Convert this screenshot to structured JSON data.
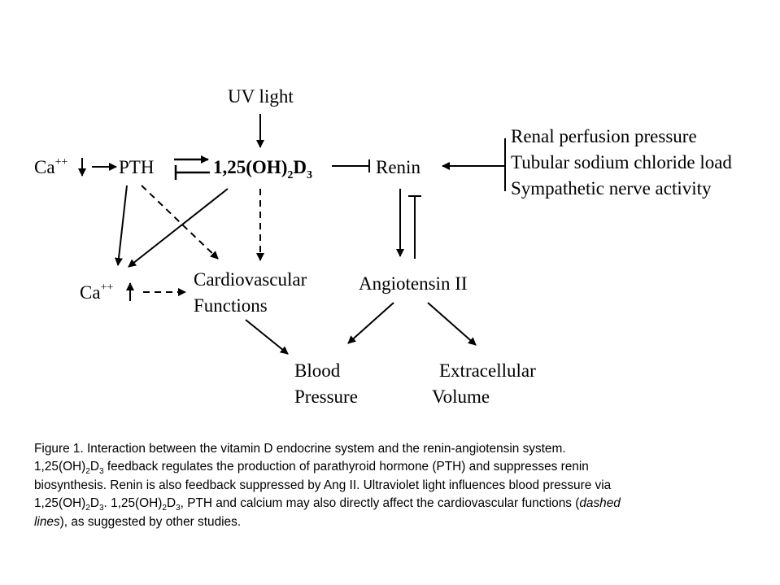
{
  "nodes": {
    "uv_light": "UV light",
    "ca_left": "Ca",
    "ca_left_sup": "++",
    "pth": "PTH",
    "vitd_prefix": "1,25(OH)",
    "vitd_sub1": "2",
    "vitd_mid": "D",
    "vitd_sub2": "3",
    "renin": "Renin",
    "regulators": [
      "Renal perfusion pressure",
      "Tubular sodium chloride load",
      "Sympathetic nerve activity"
    ],
    "ca_bottom": "Ca",
    "ca_bottom_sup": "++",
    "cardio_line1": "Cardiovascular",
    "cardio_line2": "Functions",
    "angiotensin": "Angiotensin II",
    "bp_line1": "Blood",
    "bp_line2": "Pressure",
    "ecv_line1": "Extracellular",
    "ecv_line2": "Volume"
  },
  "caption": {
    "line1": "Figure 1. Interaction between the vitamin D endocrine system and the renin-angiotensin system.",
    "l2_a": "1,25(OH)",
    "l2_sub1": "2",
    "l2_b": "D",
    "l2_sub2": "3",
    "l2_c": " feedback regulates the production of parathyroid hormone (PTH) and suppresses renin",
    "line3": "biosynthesis. Renin is also feedback suppressed by Ang II. Ultraviolet light influences blood pressure via",
    "l4_a": "1,25(OH)",
    "l4_sub1": "2",
    "l4_b": "D",
    "l4_sub2": "3",
    "l4_c": ". 1,25(OH)",
    "l4_sub3": "2",
    "l4_d": "D",
    "l4_sub4": "3",
    "l4_e": ", PTH and calcium may also directly affect the cardiovascular functions (",
    "l4_italic": "dashed",
    "l5_italic": "lines",
    "l5_rest": "), as suggested by other studies."
  }
}
